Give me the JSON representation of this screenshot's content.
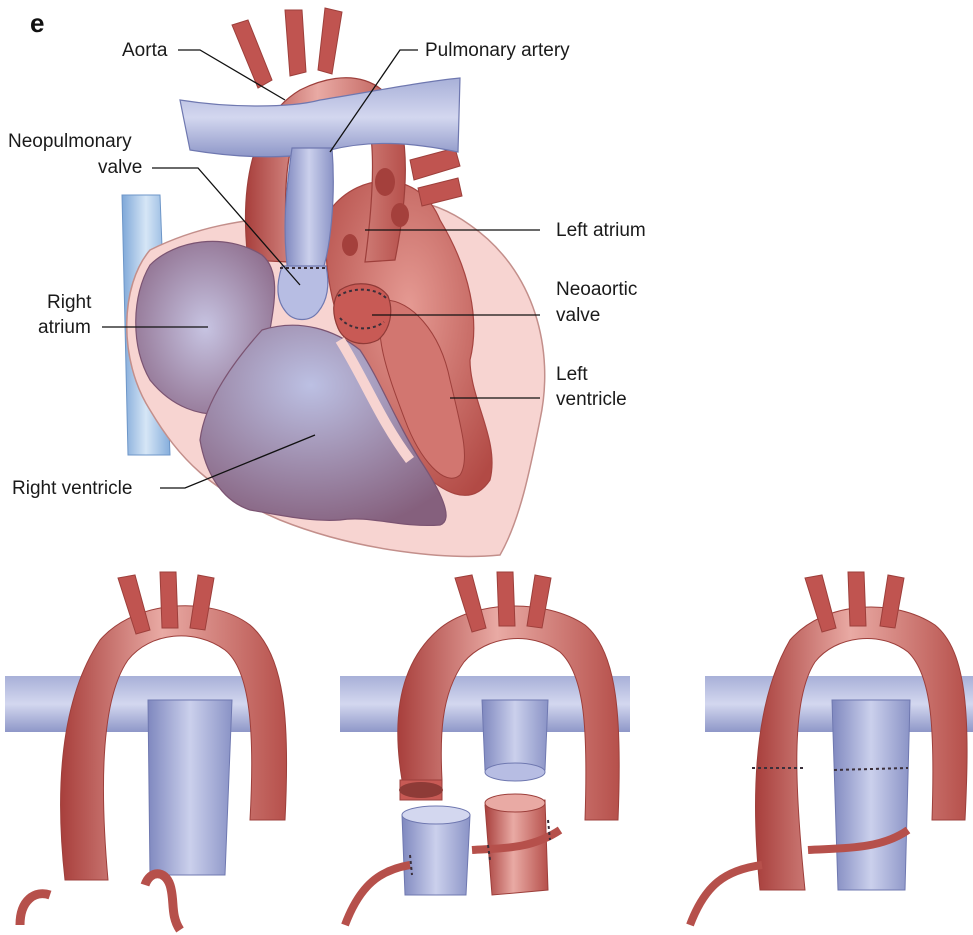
{
  "panel_letter": "e",
  "labels": {
    "aorta": "Aorta",
    "pulmonary_artery": "Pulmonary artery",
    "neopulmonary_valve_1": "Neopulmonary",
    "neopulmonary_valve_2": "valve",
    "left_atrium": "Left atrium",
    "neoaortic_valve_1": "Neoaortic",
    "neoaortic_valve_2": "valve",
    "right_atrium_1": "Right",
    "right_atrium_2": "atrium",
    "left_ventricle_1": "Left",
    "left_ventricle_2": "ventricle",
    "right_ventricle": "Right ventricle"
  },
  "colors": {
    "aorta_red": "#c85a55",
    "aorta_highlight": "#e8a5a0",
    "pulmonary_blue": "#9aa3d1",
    "pulmonary_highlight": "#c4cae8",
    "vena_cava_blue": "#9fbde0",
    "heart_outer": "#f6d2cf",
    "heart_outline": "#c9908d",
    "ventricle_purple": "#a9869e"
  },
  "bottom_steps": [
    "step-1",
    "step-2",
    "step-3"
  ]
}
